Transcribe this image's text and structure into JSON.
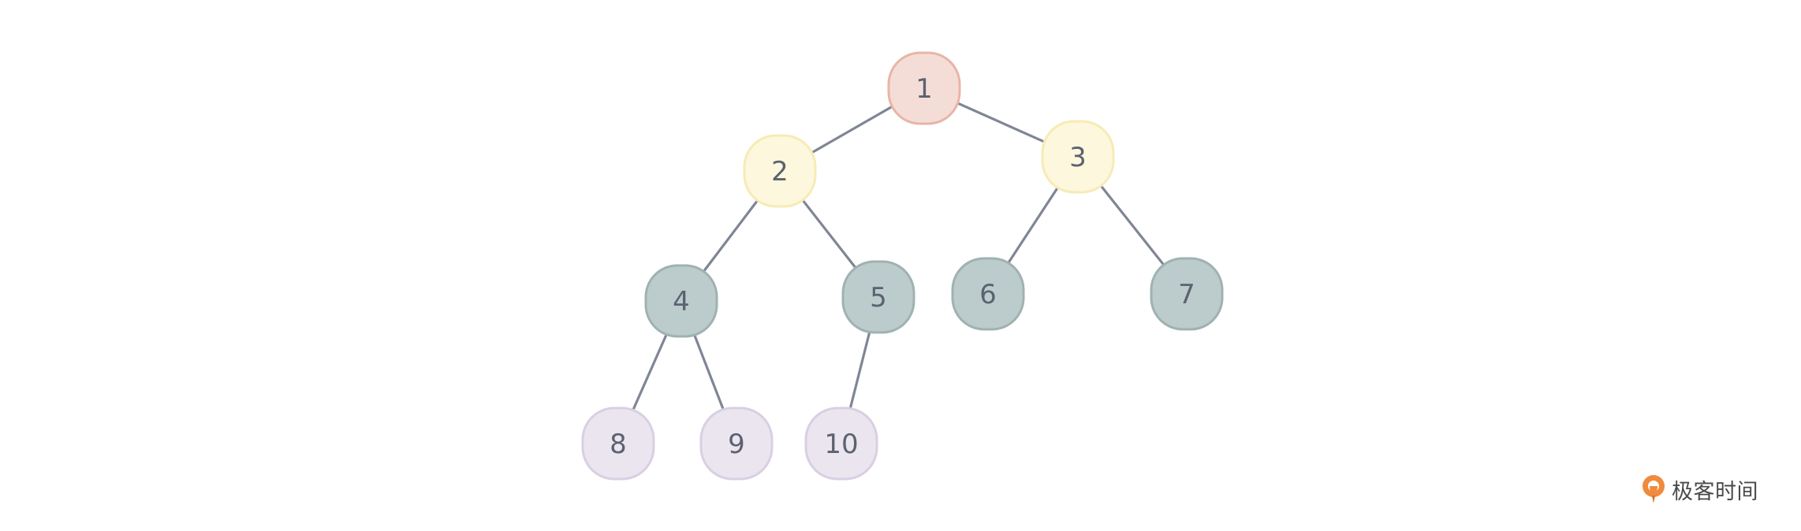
{
  "tree": {
    "nodes": [
      {
        "id": "1",
        "label": "1",
        "level": "root",
        "color": "#f5ddd7",
        "stroke": "#e8b5a7"
      },
      {
        "id": "2",
        "label": "2",
        "level": "level-2",
        "color": "#fdf7dd",
        "stroke": "#f7ebb5"
      },
      {
        "id": "3",
        "label": "3",
        "level": "level-2",
        "color": "#fdf7dd",
        "stroke": "#f7ebb5"
      },
      {
        "id": "4",
        "label": "4",
        "level": "level-3",
        "color": "#bccbcb",
        "stroke": "#9fb2b1"
      },
      {
        "id": "5",
        "label": "5",
        "level": "level-3",
        "color": "#bccbcb",
        "stroke": "#9fb2b1"
      },
      {
        "id": "6",
        "label": "6",
        "level": "level-3",
        "color": "#bccbcb",
        "stroke": "#9fb2b1"
      },
      {
        "id": "7",
        "label": "7",
        "level": "level-3",
        "color": "#bccbcb",
        "stroke": "#9fb2b1"
      },
      {
        "id": "8",
        "label": "8",
        "level": "level-4",
        "color": "#ebe5f0",
        "stroke": "#d9cfe2"
      },
      {
        "id": "9",
        "label": "9",
        "level": "level-4",
        "color": "#ebe5f0",
        "stroke": "#d9cfe2"
      },
      {
        "id": "10",
        "label": "10",
        "level": "level-4",
        "color": "#ebe5f0",
        "stroke": "#d9cfe2"
      }
    ],
    "edges": [
      {
        "from": "1",
        "to": "2"
      },
      {
        "from": "1",
        "to": "3"
      },
      {
        "from": "2",
        "to": "4"
      },
      {
        "from": "2",
        "to": "5"
      },
      {
        "from": "3",
        "to": "6"
      },
      {
        "from": "3",
        "to": "7"
      },
      {
        "from": "4",
        "to": "8"
      },
      {
        "from": "4",
        "to": "9"
      },
      {
        "from": "5",
        "to": "10"
      }
    ],
    "edge_color": "#7f8694",
    "label_color": "#5b6270"
  },
  "watermark": {
    "text": "极客时间",
    "icon": "geektime-logo-icon",
    "accent": "#f08a3c"
  }
}
